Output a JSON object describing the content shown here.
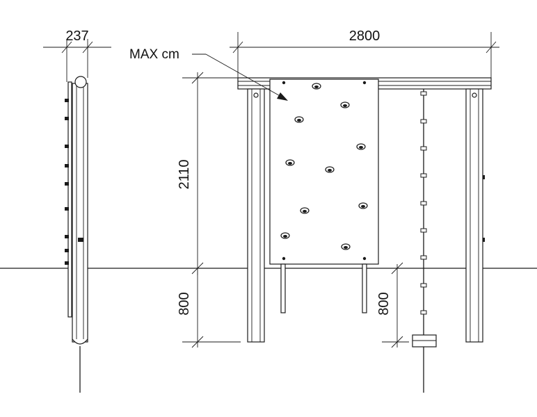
{
  "drawing": {
    "dimensions": {
      "side_width": "237",
      "overall_width": "2800",
      "panel_height": "2110",
      "left_depth": "800",
      "right_depth": "800"
    },
    "annotations": {
      "max_height": "MAX cm"
    },
    "line_color": "#1a1a1a",
    "background": "#ffffff"
  }
}
